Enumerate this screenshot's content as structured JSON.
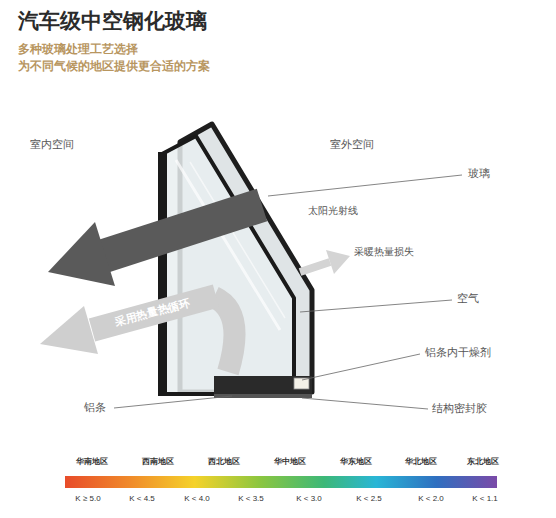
{
  "diagram": {
    "title": "汽车级中空钢化玻璃",
    "labels": [
      "多种玻璃处理工艺选择",
      "为不同气候的地区提供更合适的方案",
      "室内空间",
      "室外空间",
      "玻璃",
      "太阳光射线",
      "采暖热量损失",
      "采用热量热循环",
      "空气",
      "铝条内干燥剂",
      "铝条",
      "结构密封胶",
      "华南地区",
      "西南地区",
      "西北地区",
      "华中地区",
      "华东地区",
      "华北地区",
      "东北地区",
      "K ≥ 5.0",
      "K < 4.5",
      "K < 4.0",
      "K < 3.5",
      "K < 3.0",
      "K < 2.5",
      "K < 2.0",
      "K < 1.1"
    ]
  }
}
